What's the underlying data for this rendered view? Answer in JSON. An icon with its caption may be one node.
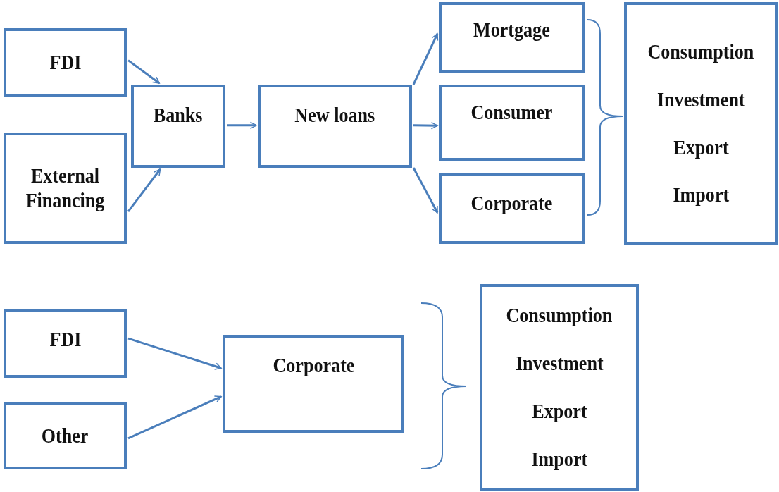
{
  "diagram": {
    "nodes": [
      {
        "text": [
          "FDI"
        ]
      },
      {
        "text": [
          "External Financing"
        ]
      },
      {
        "text": [
          "Banks"
        ]
      },
      {
        "text": [
          "New loans"
        ]
      },
      {
        "text": [
          "Mortgage"
        ]
      },
      {
        "text": [
          "Consumer"
        ]
      },
      {
        "text": [
          "Corporate"
        ]
      },
      {
        "text": [
          "Consumption",
          "Investment",
          "Export",
          "Import"
        ]
      },
      {
        "text": [
          "FDI"
        ]
      },
      {
        "text": [
          "Other"
        ]
      },
      {
        "text": [
          "Corporate"
        ]
      },
      {
        "text": [
          "Consumption",
          "Investment",
          "Export",
          "Import"
        ]
      }
    ],
    "edges": [
      {
        "from": 0,
        "to": 2,
        "arrow": "to"
      },
      {
        "from": 1,
        "to": 2,
        "arrow": "to"
      },
      {
        "from": 2,
        "to": 3,
        "arrow": "to"
      },
      {
        "from": 3,
        "to": 4,
        "arrow": "to"
      },
      {
        "from": 3,
        "to": 5,
        "arrow": "to"
      },
      {
        "from": 3,
        "to": 6,
        "arrow": "to"
      },
      {
        "from": 8,
        "to": 10,
        "arrow": "to"
      },
      {
        "from": 9,
        "to": 10,
        "arrow": "to"
      }
    ]
  }
}
